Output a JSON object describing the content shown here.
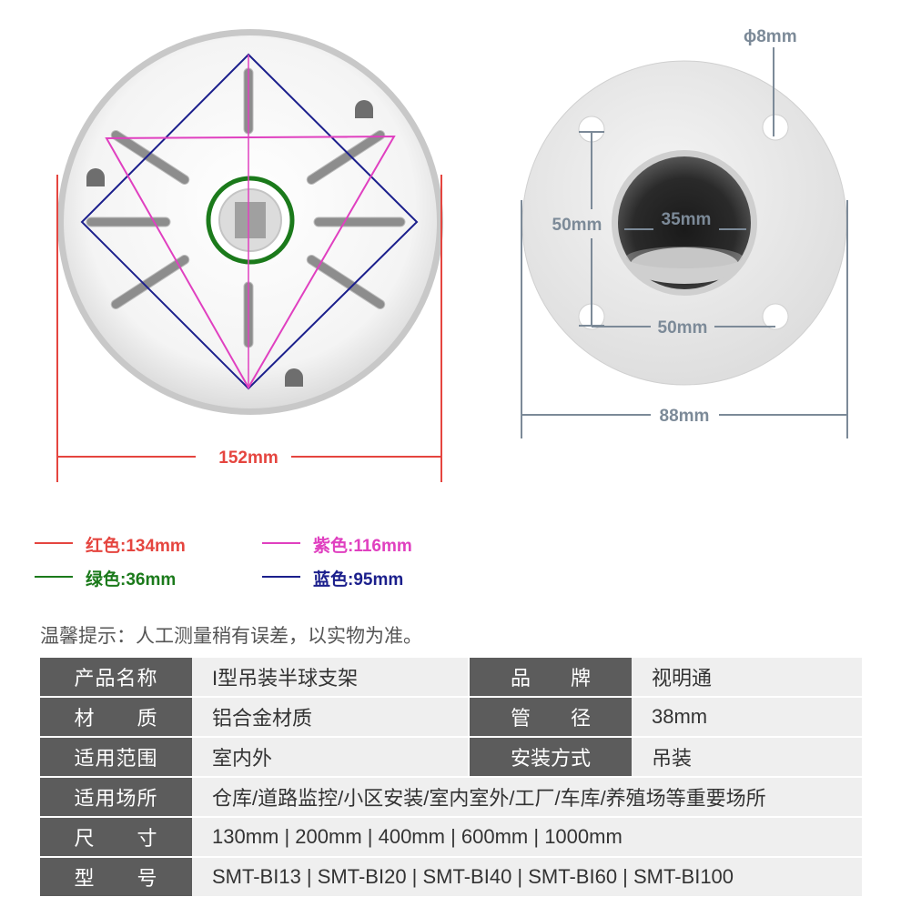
{
  "drawing": {
    "left_label": "152mm",
    "right_labels": {
      "hole": "ϕ8mm",
      "height": "50mm",
      "center": "35mm",
      "spacing": "50mm",
      "diameter": "88mm"
    }
  },
  "legend": [
    {
      "label": "红色:134mm",
      "color": "#e5453f"
    },
    {
      "label": "紫色:116mm",
      "color": "#e040c0"
    },
    {
      "label": "绿色:36mm",
      "color": "#1b7a1b"
    },
    {
      "label": "蓝色:95mm",
      "color": "#1b1f8c"
    }
  ],
  "notice": "温馨提示：人工测量稍有误差，以实物为准。",
  "spec": {
    "row1": {
      "k1": "产品名称",
      "v1": "I型吊装半球支架",
      "k2": "品　　牌",
      "v2": "视明通"
    },
    "row2": {
      "k1": "材　　质",
      "v1": "铝合金材质",
      "k2": "管　　径",
      "v2": "38mm"
    },
    "row3": {
      "k1": "适用范围",
      "v1": "室内外",
      "k2": "安装方式",
      "v2": "吊装"
    },
    "row4": {
      "k1": "适用场所",
      "v1": "仓库/道路监控/小区安装/室内室外/工厂/车库/养殖场等重要场所"
    },
    "row5": {
      "k1": "尺　　寸",
      "v1": "130mm | 200mm | 400mm | 600mm | 1000mm"
    },
    "row6": {
      "k1": "型　　号",
      "v1": "SMT-BI13 | SMT-BI20 | SMT-BI40 | SMT-BI60 | SMT-BI100"
    }
  }
}
